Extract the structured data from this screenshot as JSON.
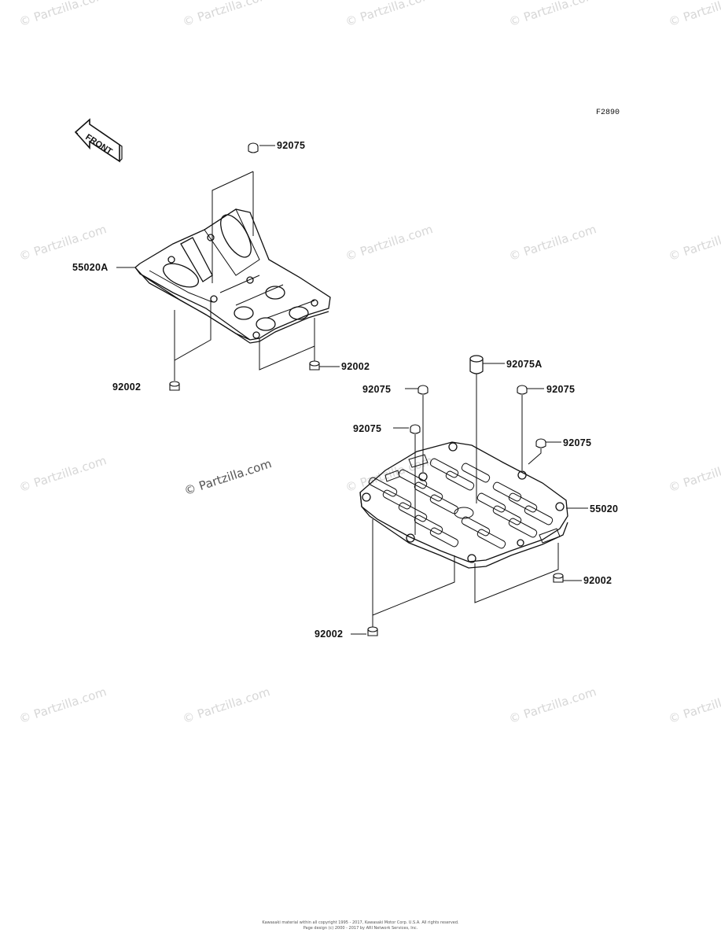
{
  "diagram_code": "F2890",
  "front_label": "FRONT",
  "watermark_text": "© Partzilla.com",
  "parts": {
    "p92075_top": "92075",
    "p55020A": "55020A",
    "p92002_right": "92002",
    "p92002_left": "92002",
    "p92075A": "92075A",
    "p92075_a": "92075",
    "p92075_b": "92075",
    "p92075_c": "92075",
    "p92075_d": "92075",
    "p55020": "55020",
    "p92002_r2": "92002",
    "p92002_b2": "92002"
  },
  "footer": {
    "line1": "Kawasaki material within all copyright 1995 - 2017, Kawasaki Motor Corp. U.S.A. All rights reserved.",
    "line2": "Page design (c) 2000 - 2017 by ARI Network Services, Inc."
  }
}
